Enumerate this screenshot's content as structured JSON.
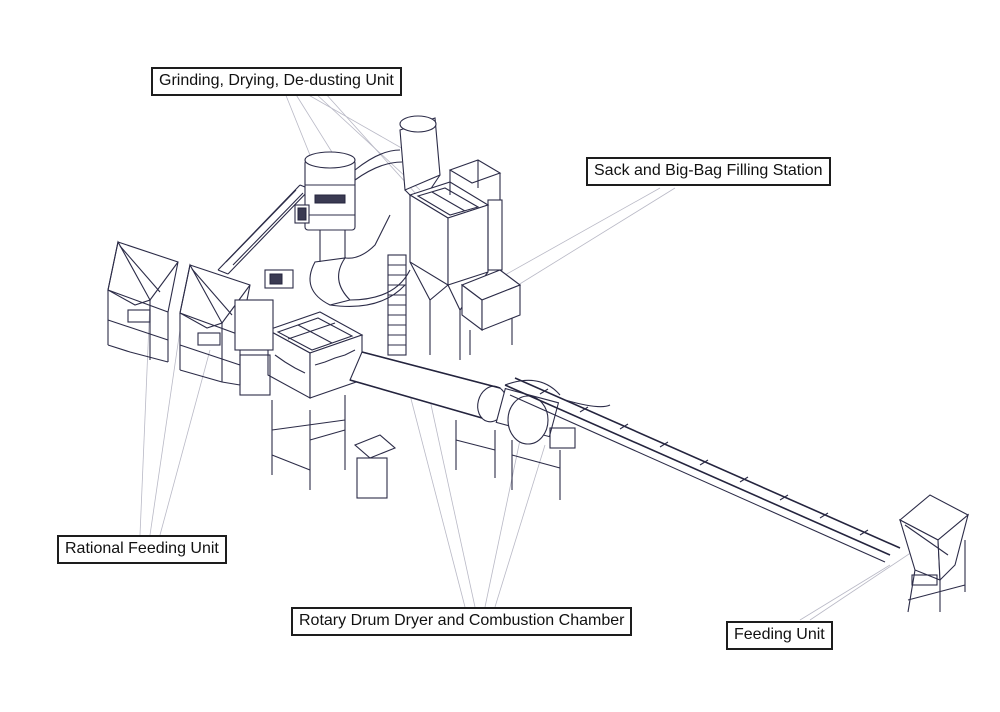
{
  "diagram": {
    "labels": {
      "grinding": "Grinding, Drying, De-dusting Unit",
      "sack": "Sack and Big-Bag Filling Station",
      "rational": "Rational Feeding Unit",
      "rotary": "Rotary Drum Dryer and Combustion Chamber",
      "feeding": "Feeding Unit"
    }
  }
}
